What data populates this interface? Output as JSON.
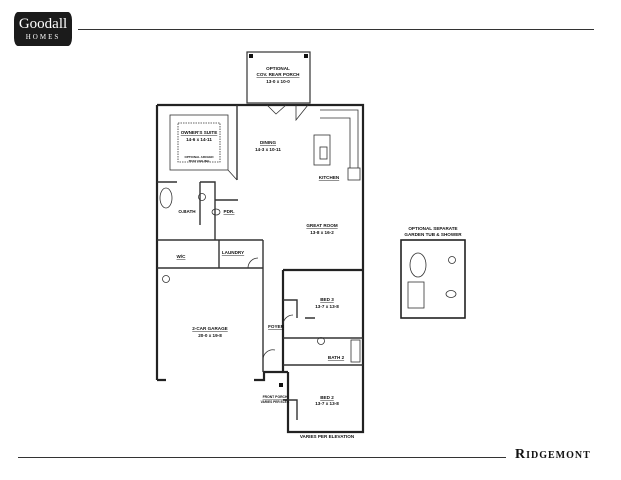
{
  "brand": {
    "line1": "Goodall",
    "line2": "HOMES"
  },
  "plan_name": "Ridgemont",
  "rooms": {
    "rear_porch": {
      "label1": "OPTIONAL",
      "label2": "COV. REAR PORCH",
      "dims": "13-0 x 10-0"
    },
    "owners_suite": {
      "label": "OWNER'S SUITE",
      "dims": "14-6 x 14-11",
      "note1": "OPTIONAL ARCHED",
      "note2": "TRAY CEILING"
    },
    "dining": {
      "label": "DINING",
      "dims": "14-3 x 10-11"
    },
    "kitchen": {
      "label": "KITCHEN"
    },
    "great_room": {
      "label": "GREAT ROOM",
      "dims": "13-8 x 16-2"
    },
    "owner_bath": {
      "label": "O.BATH"
    },
    "powder": {
      "label": "PDR."
    },
    "wic": {
      "label": "W/C"
    },
    "laundry": {
      "label": "LAUNDRY"
    },
    "garage": {
      "label": "2-CAR GARAGE",
      "dims": "20-0 x 19-8"
    },
    "foyer": {
      "label": "FOYER"
    },
    "bed3": {
      "label": "BED 3",
      "dims": "13-7 x 13-8"
    },
    "bath2": {
      "label": "BATH 2"
    },
    "bed2": {
      "label": "BED 2",
      "dims": "13-7 x 13-8"
    },
    "front_porch": {
      "label1": "FRONT PORCH",
      "label2": "VARIES PER ELEV."
    },
    "elevation_note": "VARIES PER ELEVATION"
  },
  "option_inset": {
    "label1": "OPTIONAL SEPARATE",
    "label2": "GARDEN TUB & SHOWER"
  }
}
